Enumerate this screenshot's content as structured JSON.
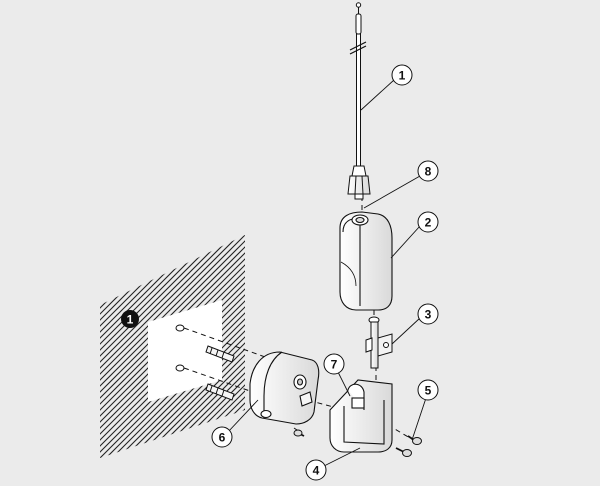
{
  "diagram": {
    "background": "#ebebeb",
    "line_color": "#111111",
    "part_fill": "#ffffff",
    "wall_marker": "1",
    "callouts": [
      "1",
      "2",
      "3",
      "4",
      "5",
      "6",
      "7",
      "8"
    ]
  }
}
